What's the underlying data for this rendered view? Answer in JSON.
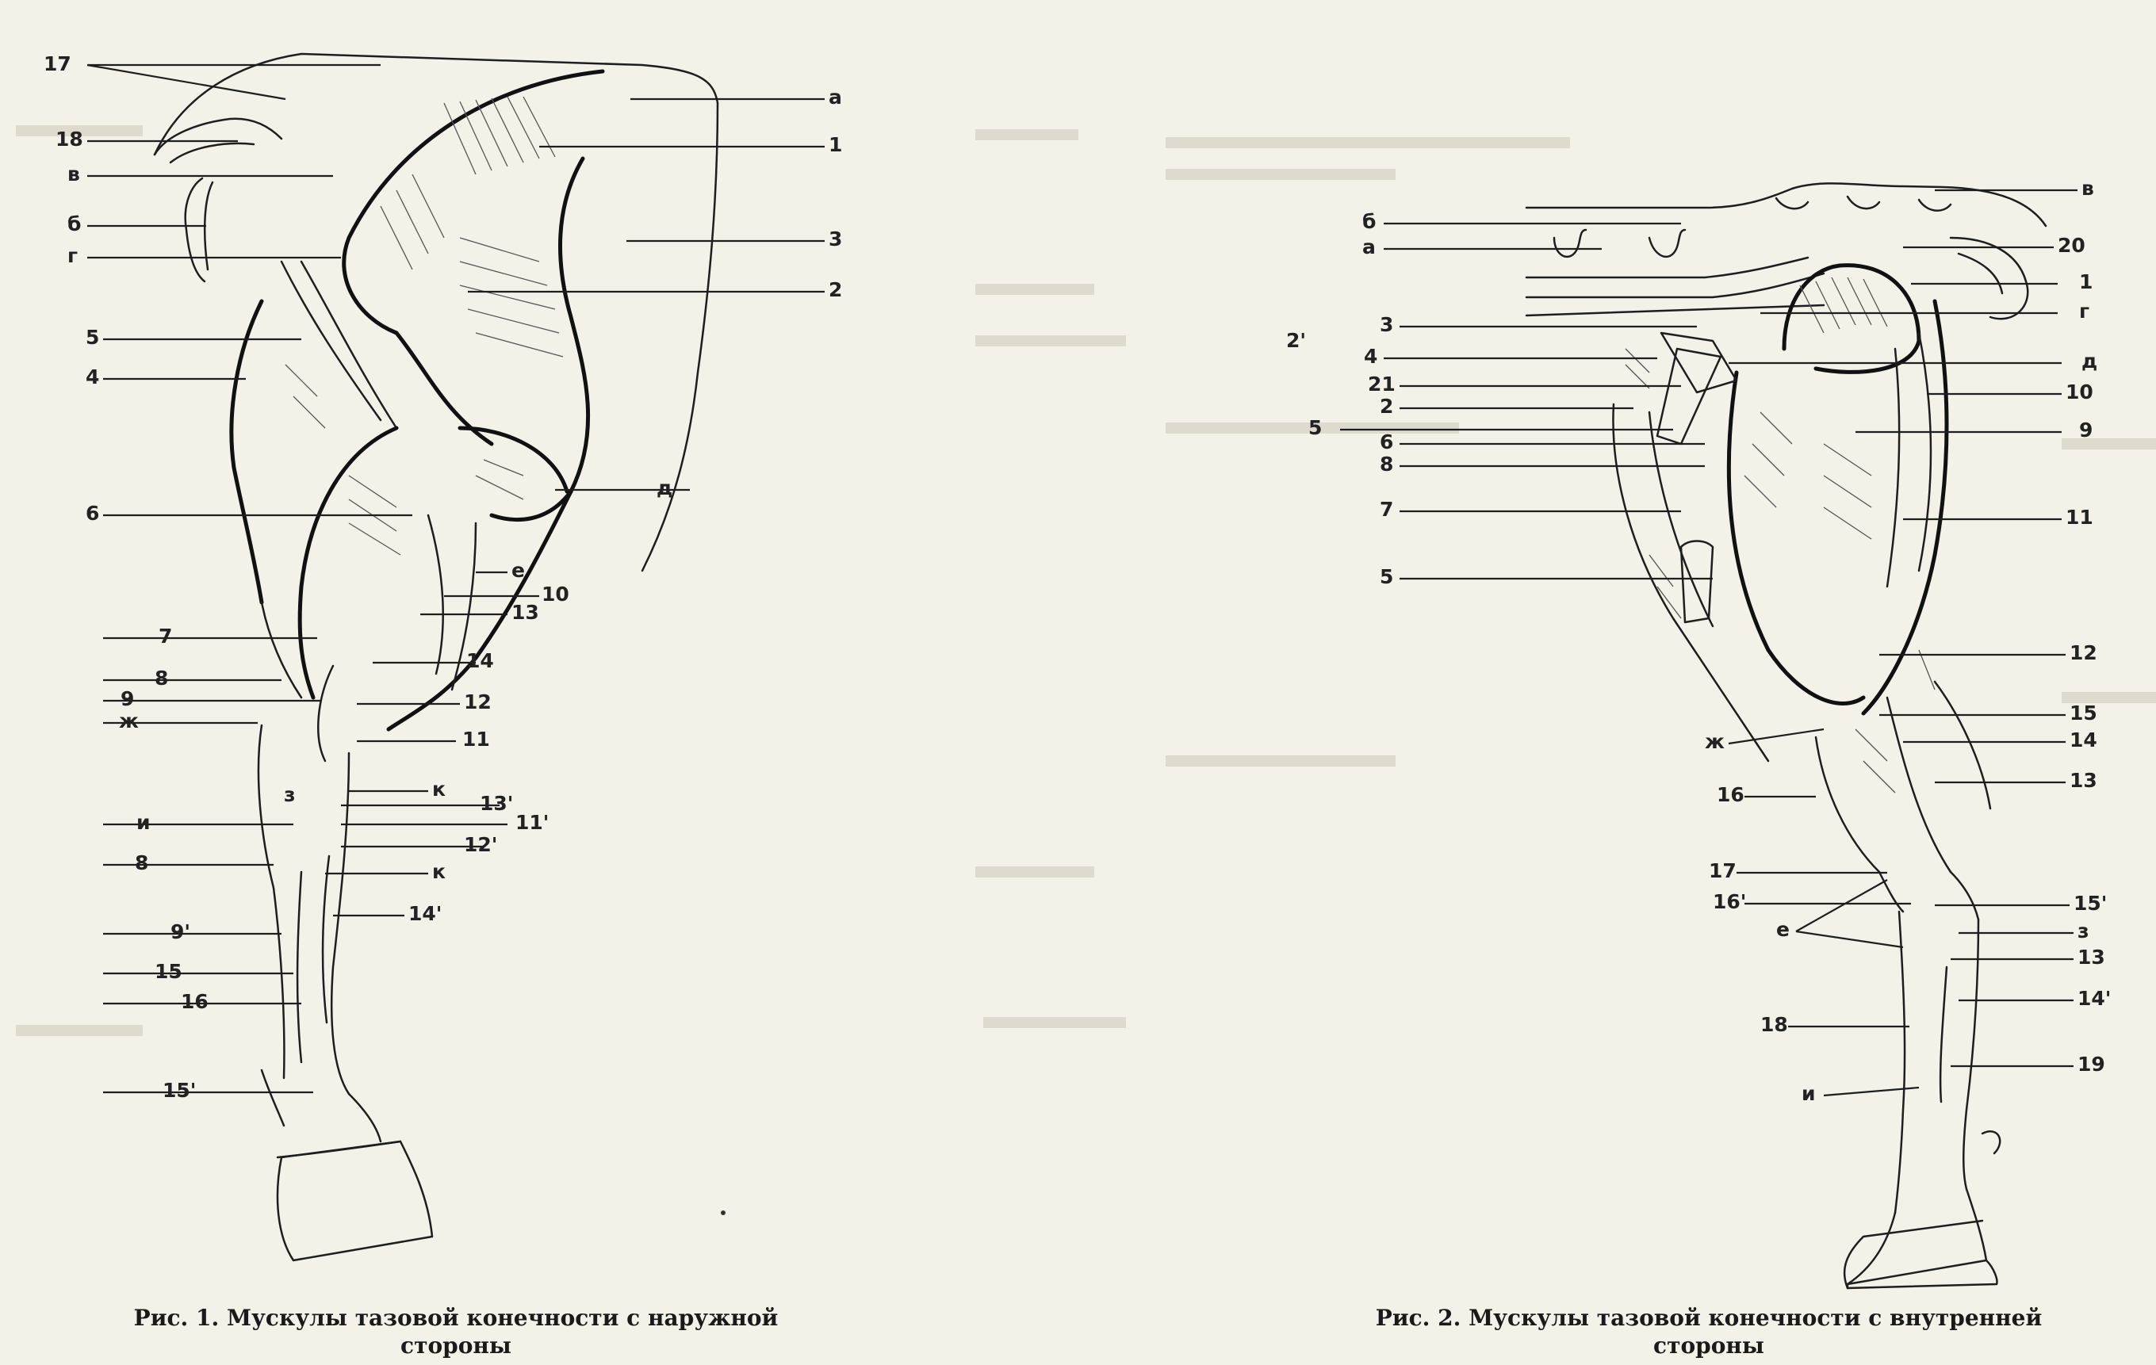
{
  "figure1": {
    "caption_line1": "Рис. 1. Мускулы тазовой конечности с наружной",
    "caption_line2": "стороны",
    "labels": [
      {
        "id": "f1-17",
        "text": "17"
      },
      {
        "id": "f1-18",
        "text": "18"
      },
      {
        "id": "f1-v",
        "text": "в"
      },
      {
        "id": "f1-b",
        "text": "б"
      },
      {
        "id": "f1-g",
        "text": "г"
      },
      {
        "id": "f1-5",
        "text": "5"
      },
      {
        "id": "f1-4",
        "text": "4"
      },
      {
        "id": "f1-6",
        "text": "6"
      },
      {
        "id": "f1-7",
        "text": "7"
      },
      {
        "id": "f1-8a",
        "text": "8"
      },
      {
        "id": "f1-9",
        "text": "9"
      },
      {
        "id": "f1-zh",
        "text": "ж"
      },
      {
        "id": "f1-z",
        "text": "з"
      },
      {
        "id": "f1-i",
        "text": "и"
      },
      {
        "id": "f1-8b",
        "text": "8"
      },
      {
        "id": "f1-9p",
        "text": "9'"
      },
      {
        "id": "f1-15",
        "text": "15"
      },
      {
        "id": "f1-16",
        "text": "16"
      },
      {
        "id": "f1-15p",
        "text": "15'"
      },
      {
        "id": "f1-a",
        "text": "а"
      },
      {
        "id": "f1-1",
        "text": "1"
      },
      {
        "id": "f1-3",
        "text": "3"
      },
      {
        "id": "f1-2",
        "text": "2"
      },
      {
        "id": "f1-d",
        "text": "д"
      },
      {
        "id": "f1-e",
        "text": "е"
      },
      {
        "id": "f1-10",
        "text": "10"
      },
      {
        "id": "f1-13",
        "text": "13"
      },
      {
        "id": "f1-14",
        "text": "14"
      },
      {
        "id": "f1-12",
        "text": "12"
      },
      {
        "id": "f1-11",
        "text": "11"
      },
      {
        "id": "f1-k1",
        "text": "к"
      },
      {
        "id": "f1-13p",
        "text": "13'"
      },
      {
        "id": "f1-11p",
        "text": "11'"
      },
      {
        "id": "f1-12p",
        "text": "12'"
      },
      {
        "id": "f1-k2",
        "text": "к"
      },
      {
        "id": "f1-14p",
        "text": "14'"
      }
    ]
  },
  "figure2": {
    "caption_line1": "Рис. 2. Мускулы тазовой конечности с внутренней",
    "caption_line2": "стороны",
    "labels": [
      {
        "id": "f2-b",
        "text": "б"
      },
      {
        "id": "f2-a",
        "text": "а"
      },
      {
        "id": "f2-3",
        "text": "3"
      },
      {
        "id": "f2-2p",
        "text": "2'"
      },
      {
        "id": "f2-4",
        "text": "4"
      },
      {
        "id": "f2-21",
        "text": "21"
      },
      {
        "id": "f2-2",
        "text": "2"
      },
      {
        "id": "f2-5a",
        "text": "5"
      },
      {
        "id": "f2-6",
        "text": "6"
      },
      {
        "id": "f2-8",
        "text": "8"
      },
      {
        "id": "f2-7",
        "text": "7"
      },
      {
        "id": "f2-5b",
        "text": "5"
      },
      {
        "id": "f2-zh",
        "text": "ж"
      },
      {
        "id": "f2-16",
        "text": "16"
      },
      {
        "id": "f2-17",
        "text": "17"
      },
      {
        "id": "f2-16p",
        "text": "16'"
      },
      {
        "id": "f2-e",
        "text": "е"
      },
      {
        "id": "f2-18",
        "text": "18"
      },
      {
        "id": "f2-i",
        "text": "и"
      },
      {
        "id": "f2-v",
        "text": "в"
      },
      {
        "id": "f2-20",
        "text": "20"
      },
      {
        "id": "f2-1",
        "text": "1"
      },
      {
        "id": "f2-g",
        "text": "г"
      },
      {
        "id": "f2-d",
        "text": "д"
      },
      {
        "id": "f2-10",
        "text": "10"
      },
      {
        "id": "f2-9",
        "text": "9"
      },
      {
        "id": "f2-11",
        "text": "11"
      },
      {
        "id": "f2-12",
        "text": "12"
      },
      {
        "id": "f2-15",
        "text": "15"
      },
      {
        "id": "f2-14",
        "text": "14"
      },
      {
        "id": "f2-13a",
        "text": "13"
      },
      {
        "id": "f2-15p",
        "text": "15'"
      },
      {
        "id": "f2-z",
        "text": "з"
      },
      {
        "id": "f2-13b",
        "text": "13"
      },
      {
        "id": "f2-14p",
        "text": "14'"
      },
      {
        "id": "f2-19",
        "text": "19"
      }
    ]
  }
}
